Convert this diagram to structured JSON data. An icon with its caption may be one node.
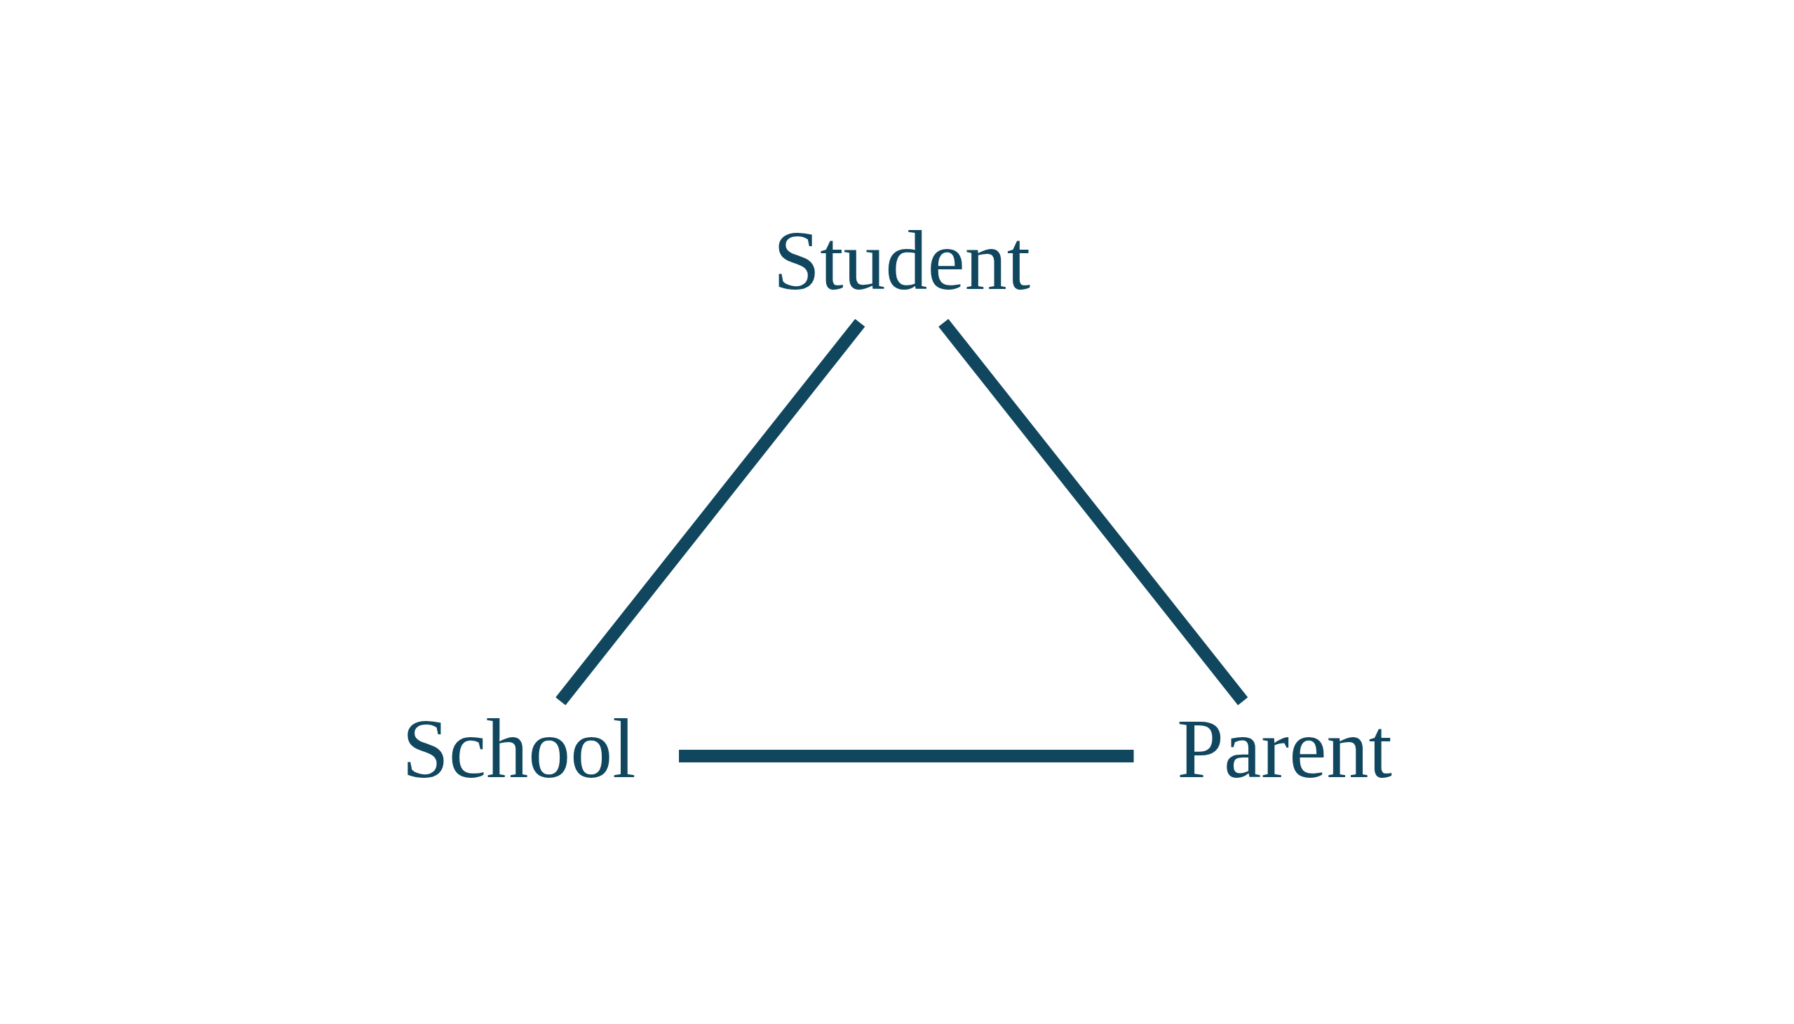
{
  "diagram": {
    "nodes": [
      {
        "text": [
          "Student"
        ]
      },
      {
        "text": [
          "School"
        ]
      },
      {
        "text": [
          "Parent"
        ]
      }
    ],
    "edges": [
      {
        "from": 0,
        "to": 1,
        "arrow": "none"
      },
      {
        "from": 1,
        "to": 2,
        "arrow": "none"
      },
      {
        "from": 2,
        "to": 0,
        "arrow": "none"
      }
    ]
  }
}
